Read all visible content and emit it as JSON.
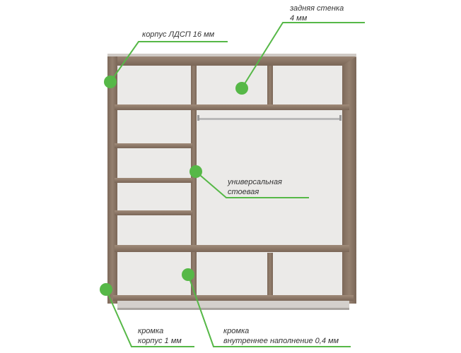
{
  "colors": {
    "accent": "#56b847",
    "wood": "#8a7565",
    "wood_dark": "#6e5b4d",
    "back_panel": "#ebeae8",
    "rail": "#b9b9b9",
    "edge_top": "#cfcac5"
  },
  "labels": {
    "back_wall": {
      "line1": "задняя стенка",
      "line2": "4 мм"
    },
    "body": {
      "line1": "корпус ЛДСП 16 мм"
    },
    "partition": {
      "line1": "универсальная",
      "line2": "стоевая"
    },
    "edge_body": {
      "line1": "кромка",
      "line2": "корпус 1 мм"
    },
    "edge_inner": {
      "line1": "кромка",
      "line2": "внутреннее наполнение 0,4 мм"
    }
  }
}
